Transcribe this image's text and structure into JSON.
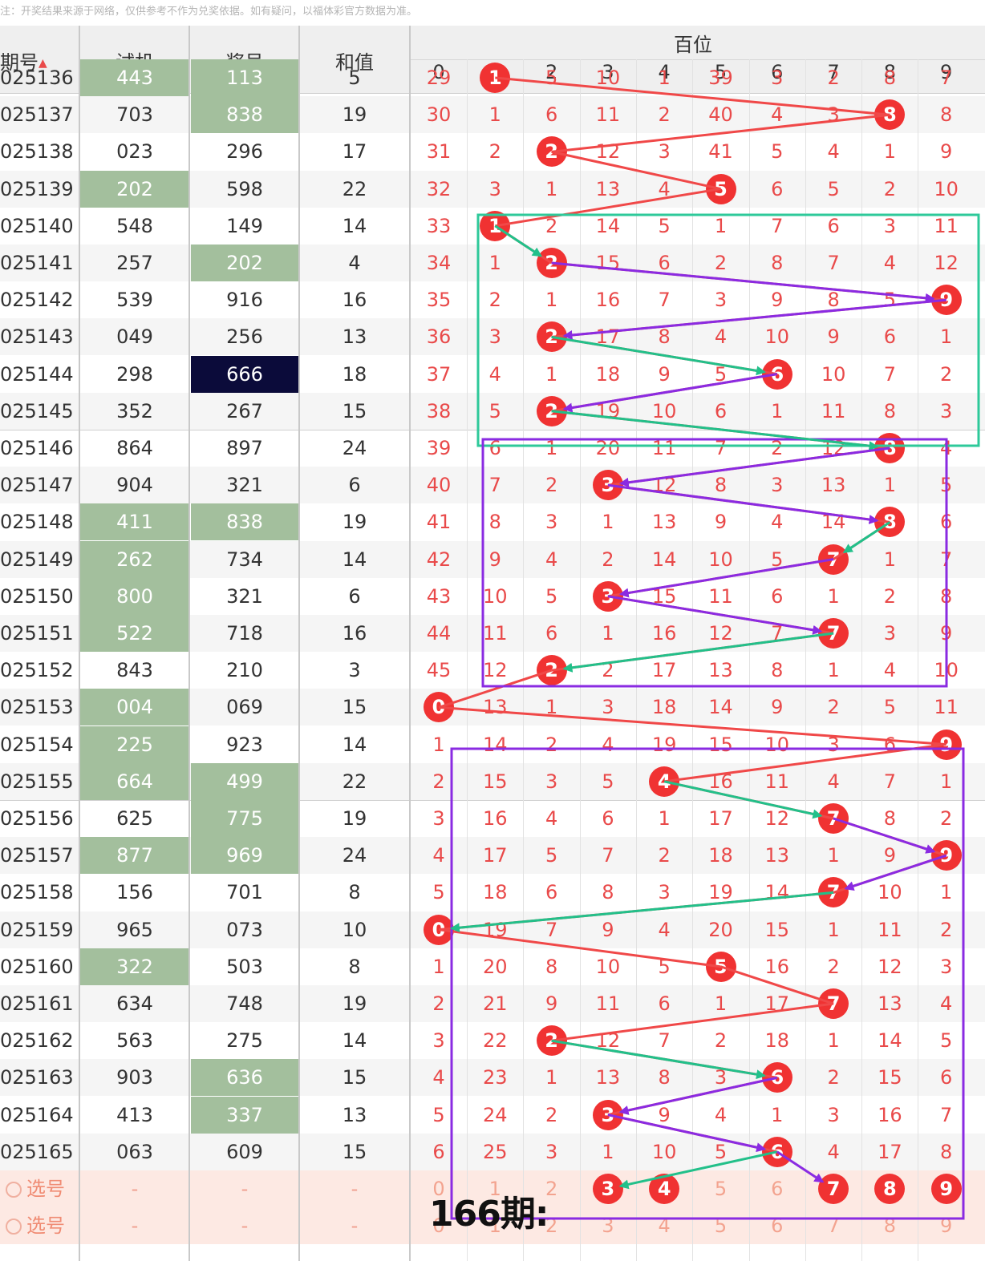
{
  "note": "注：开奖结果来源于网络，仅供参考不作为兑奖依据。如有疑问，以福体彩官方数据为准。",
  "headers": {
    "issue": "期号",
    "sort_icon": "sort-arrows-icon",
    "trial": "试机",
    "draw": "奖号",
    "sum": "和值",
    "hundreds": "百位",
    "digits": [
      "0",
      "1",
      "2",
      "3",
      "4",
      "5",
      "6",
      "7",
      "8",
      "9"
    ]
  },
  "rows": [
    {
      "issue": "025136",
      "trial": "443",
      "draw": "113",
      "sum": "5",
      "trial_hl": true,
      "draw_hl": true,
      "draw_dark": false,
      "miss": [
        "29",
        "1",
        "5",
        "10",
        "1",
        "39",
        "3",
        "2",
        "8",
        "7"
      ],
      "ball": 1
    },
    {
      "issue": "025137",
      "trial": "703",
      "draw": "838",
      "sum": "19",
      "trial_hl": false,
      "draw_hl": true,
      "draw_dark": false,
      "miss": [
        "30",
        "1",
        "6",
        "11",
        "2",
        "40",
        "4",
        "3",
        "8",
        "8"
      ],
      "ball": 8
    },
    {
      "issue": "025138",
      "trial": "023",
      "draw": "296",
      "sum": "17",
      "trial_hl": false,
      "draw_hl": false,
      "draw_dark": false,
      "miss": [
        "31",
        "2",
        "2",
        "12",
        "3",
        "41",
        "5",
        "4",
        "1",
        "9"
      ],
      "ball": 2
    },
    {
      "issue": "025139",
      "trial": "202",
      "draw": "598",
      "sum": "22",
      "trial_hl": true,
      "draw_hl": false,
      "draw_dark": false,
      "miss": [
        "32",
        "3",
        "1",
        "13",
        "4",
        "5",
        "6",
        "5",
        "2",
        "10"
      ],
      "ball": 5
    },
    {
      "issue": "025140",
      "trial": "548",
      "draw": "149",
      "sum": "14",
      "trial_hl": false,
      "draw_hl": false,
      "draw_dark": false,
      "miss": [
        "33",
        "1",
        "2",
        "14",
        "5",
        "1",
        "7",
        "6",
        "3",
        "11"
      ],
      "ball": 1
    },
    {
      "issue": "025141",
      "trial": "257",
      "draw": "202",
      "sum": "4",
      "trial_hl": false,
      "draw_hl": true,
      "draw_dark": false,
      "miss": [
        "34",
        "1",
        "2",
        "15",
        "6",
        "2",
        "8",
        "7",
        "4",
        "12"
      ],
      "ball": 2
    },
    {
      "issue": "025142",
      "trial": "539",
      "draw": "916",
      "sum": "16",
      "trial_hl": false,
      "draw_hl": false,
      "draw_dark": false,
      "miss": [
        "35",
        "2",
        "1",
        "16",
        "7",
        "3",
        "9",
        "8",
        "5",
        "9"
      ],
      "ball": 9
    },
    {
      "issue": "025143",
      "trial": "049",
      "draw": "256",
      "sum": "13",
      "trial_hl": false,
      "draw_hl": false,
      "draw_dark": false,
      "miss": [
        "36",
        "3",
        "2",
        "17",
        "8",
        "4",
        "10",
        "9",
        "6",
        "1"
      ],
      "ball": 2
    },
    {
      "issue": "025144",
      "trial": "298",
      "draw": "666",
      "sum": "18",
      "trial_hl": false,
      "draw_hl": false,
      "draw_dark": true,
      "miss": [
        "37",
        "4",
        "1",
        "18",
        "9",
        "5",
        "6",
        "10",
        "7",
        "2"
      ],
      "ball": 6
    },
    {
      "issue": "025145",
      "trial": "352",
      "draw": "267",
      "sum": "15",
      "trial_hl": false,
      "draw_hl": false,
      "draw_dark": false,
      "miss": [
        "38",
        "5",
        "2",
        "19",
        "10",
        "6",
        "1",
        "11",
        "8",
        "3"
      ],
      "ball": 2
    },
    {
      "issue": "025146",
      "trial": "864",
      "draw": "897",
      "sum": "24",
      "trial_hl": false,
      "draw_hl": false,
      "draw_dark": false,
      "miss": [
        "39",
        "6",
        "1",
        "20",
        "11",
        "7",
        "2",
        "12",
        "8",
        "4"
      ],
      "ball": 8
    },
    {
      "issue": "025147",
      "trial": "904",
      "draw": "321",
      "sum": "6",
      "trial_hl": false,
      "draw_hl": false,
      "draw_dark": false,
      "miss": [
        "40",
        "7",
        "2",
        "3",
        "12",
        "8",
        "3",
        "13",
        "1",
        "5"
      ],
      "ball": 3
    },
    {
      "issue": "025148",
      "trial": "411",
      "draw": "838",
      "sum": "19",
      "trial_hl": true,
      "draw_hl": true,
      "draw_dark": false,
      "miss": [
        "41",
        "8",
        "3",
        "1",
        "13",
        "9",
        "4",
        "14",
        "8",
        "6"
      ],
      "ball": 8
    },
    {
      "issue": "025149",
      "trial": "262",
      "draw": "734",
      "sum": "14",
      "trial_hl": true,
      "draw_hl": false,
      "draw_dark": false,
      "miss": [
        "42",
        "9",
        "4",
        "2",
        "14",
        "10",
        "5",
        "7",
        "1",
        "7"
      ],
      "ball": 7
    },
    {
      "issue": "025150",
      "trial": "800",
      "draw": "321",
      "sum": "6",
      "trial_hl": true,
      "draw_hl": false,
      "draw_dark": false,
      "miss": [
        "43",
        "10",
        "5",
        "3",
        "15",
        "11",
        "6",
        "1",
        "2",
        "8"
      ],
      "ball": 3
    },
    {
      "issue": "025151",
      "trial": "522",
      "draw": "718",
      "sum": "16",
      "trial_hl": true,
      "draw_hl": false,
      "draw_dark": false,
      "miss": [
        "44",
        "11",
        "6",
        "1",
        "16",
        "12",
        "7",
        "7",
        "3",
        "9"
      ],
      "ball": 7
    },
    {
      "issue": "025152",
      "trial": "843",
      "draw": "210",
      "sum": "3",
      "trial_hl": false,
      "draw_hl": false,
      "draw_dark": false,
      "miss": [
        "45",
        "12",
        "2",
        "2",
        "17",
        "13",
        "8",
        "1",
        "4",
        "10"
      ],
      "ball": 2
    },
    {
      "issue": "025153",
      "trial": "004",
      "draw": "069",
      "sum": "15",
      "trial_hl": true,
      "draw_hl": false,
      "draw_dark": false,
      "miss": [
        "0",
        "13",
        "1",
        "3",
        "18",
        "14",
        "9",
        "2",
        "5",
        "11"
      ],
      "ball": 0
    },
    {
      "issue": "025154",
      "trial": "225",
      "draw": "923",
      "sum": "14",
      "trial_hl": true,
      "draw_hl": false,
      "draw_dark": false,
      "miss": [
        "1",
        "14",
        "2",
        "4",
        "19",
        "15",
        "10",
        "3",
        "6",
        "9"
      ],
      "ball": 9
    },
    {
      "issue": "025155",
      "trial": "664",
      "draw": "499",
      "sum": "22",
      "trial_hl": true,
      "draw_hl": true,
      "draw_dark": false,
      "miss": [
        "2",
        "15",
        "3",
        "5",
        "4",
        "16",
        "11",
        "4",
        "7",
        "1"
      ],
      "ball": 4
    },
    {
      "issue": "025156",
      "trial": "625",
      "draw": "775",
      "sum": "19",
      "trial_hl": false,
      "draw_hl": true,
      "draw_dark": false,
      "miss": [
        "3",
        "16",
        "4",
        "6",
        "1",
        "17",
        "12",
        "7",
        "8",
        "2"
      ],
      "ball": 7
    },
    {
      "issue": "025157",
      "trial": "877",
      "draw": "969",
      "sum": "24",
      "trial_hl": true,
      "draw_hl": true,
      "draw_dark": false,
      "miss": [
        "4",
        "17",
        "5",
        "7",
        "2",
        "18",
        "13",
        "1",
        "9",
        "9"
      ],
      "ball": 9
    },
    {
      "issue": "025158",
      "trial": "156",
      "draw": "701",
      "sum": "8",
      "trial_hl": false,
      "draw_hl": false,
      "draw_dark": false,
      "miss": [
        "5",
        "18",
        "6",
        "8",
        "3",
        "19",
        "14",
        "7",
        "10",
        "1"
      ],
      "ball": 7
    },
    {
      "issue": "025159",
      "trial": "965",
      "draw": "073",
      "sum": "10",
      "trial_hl": false,
      "draw_hl": false,
      "draw_dark": false,
      "miss": [
        "0",
        "19",
        "7",
        "9",
        "4",
        "20",
        "15",
        "1",
        "11",
        "2"
      ],
      "ball": 0
    },
    {
      "issue": "025160",
      "trial": "322",
      "draw": "503",
      "sum": "8",
      "trial_hl": true,
      "draw_hl": false,
      "draw_dark": false,
      "miss": [
        "1",
        "20",
        "8",
        "10",
        "5",
        "5",
        "16",
        "2",
        "12",
        "3"
      ],
      "ball": 5
    },
    {
      "issue": "025161",
      "trial": "634",
      "draw": "748",
      "sum": "19",
      "trial_hl": false,
      "draw_hl": false,
      "draw_dark": false,
      "miss": [
        "2",
        "21",
        "9",
        "11",
        "6",
        "1",
        "17",
        "7",
        "13",
        "4"
      ],
      "ball": 7
    },
    {
      "issue": "025162",
      "trial": "563",
      "draw": "275",
      "sum": "14",
      "trial_hl": false,
      "draw_hl": false,
      "draw_dark": false,
      "miss": [
        "3",
        "22",
        "2",
        "12",
        "7",
        "2",
        "18",
        "1",
        "14",
        "5"
      ],
      "ball": 2
    },
    {
      "issue": "025163",
      "trial": "903",
      "draw": "636",
      "sum": "15",
      "trial_hl": false,
      "draw_hl": true,
      "draw_dark": false,
      "miss": [
        "4",
        "23",
        "1",
        "13",
        "8",
        "3",
        "6",
        "2",
        "15",
        "6"
      ],
      "ball": 6
    },
    {
      "issue": "025164",
      "trial": "413",
      "draw": "337",
      "sum": "13",
      "trial_hl": false,
      "draw_hl": true,
      "draw_dark": false,
      "miss": [
        "5",
        "24",
        "2",
        "3",
        "9",
        "4",
        "1",
        "3",
        "16",
        "7"
      ],
      "ball": 3
    },
    {
      "issue": "025165",
      "trial": "063",
      "draw": "609",
      "sum": "15",
      "trial_hl": false,
      "draw_hl": false,
      "draw_dark": false,
      "miss": [
        "6",
        "25",
        "3",
        "1",
        "10",
        "5",
        "6",
        "4",
        "17",
        "8"
      ],
      "ball": 6
    }
  ],
  "pick_rows": [
    {
      "label": "选号",
      "dash": "-",
      "digits": [
        "0",
        "1",
        "2",
        "3",
        "4",
        "5",
        "6",
        "7",
        "8",
        "9"
      ],
      "selected": [
        3,
        4,
        7,
        8,
        9
      ]
    },
    {
      "label": "选号",
      "dash": "-",
      "digits": [
        "0",
        "1",
        "2",
        "3",
        "4",
        "5",
        "6",
        "7",
        "8",
        "9"
      ],
      "selected": []
    }
  ],
  "caption": "166期:",
  "colors": {
    "ball": "#f03232",
    "miss": "#e94a4a",
    "highlight": "#a3bf9d",
    "dark": "#0b0b3a",
    "line_red": "#f04848",
    "line_green": "#22c08a",
    "line_purple": "#8a2be2",
    "box_green": "#2ec99a",
    "box_purple": "#8a2be2"
  }
}
